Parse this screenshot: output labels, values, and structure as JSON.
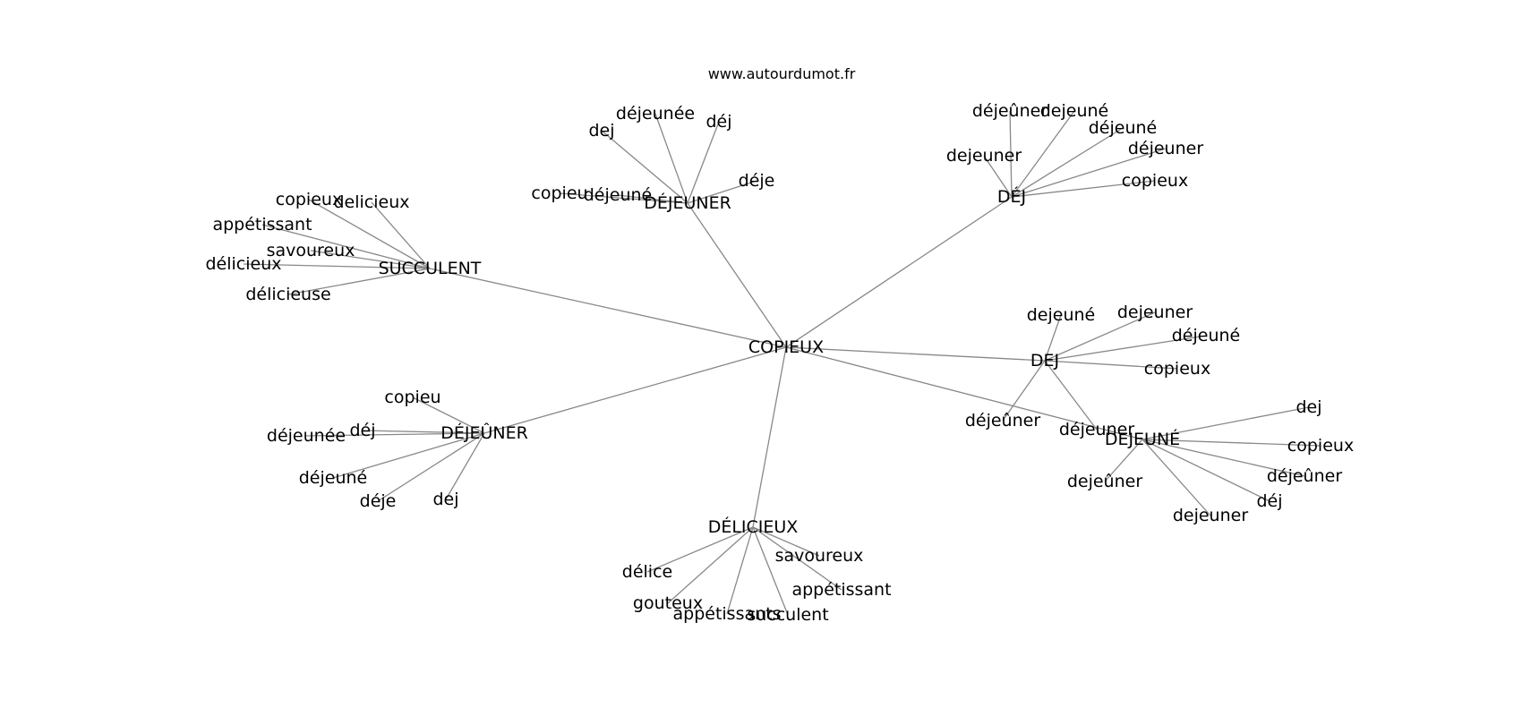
{
  "source": "www.autourdumot.fr",
  "graph": {
    "root": "COPIEUX",
    "hubs": [
      {
        "id": "DÉJEUNER",
        "children": [
          "dej",
          "déjeunée",
          "déj",
          "déje",
          "copieu",
          "déjeuné"
        ]
      },
      {
        "id": "DÉJ",
        "children": [
          "déjeûner",
          "dejeuné",
          "déjeuné",
          "dejeuner",
          "déjeuner",
          "copieux"
        ]
      },
      {
        "id": "SUCCULENT",
        "children": [
          "copieux",
          "delicieux",
          "appétissant",
          "savoureux",
          "délicieux",
          "délicieuse"
        ]
      },
      {
        "id": "DEJ",
        "children": [
          "dejeuné",
          "dejeuner",
          "déjeuné",
          "copieux",
          "déjeûner",
          "déjeuner"
        ]
      },
      {
        "id": "DÉJEÛNER",
        "children": [
          "copieu",
          "déj",
          "déjeunée",
          "déjeuné",
          "déje",
          "dej"
        ]
      },
      {
        "id": "DEJEUNÉ",
        "children": [
          "dej",
          "copieux",
          "déjeûner",
          "déj",
          "dejeûner",
          "dejeuner"
        ]
      },
      {
        "id": "DÉLICIEUX",
        "children": [
          "délice",
          "savoureux",
          "appétissant",
          "gouteux",
          "appétissants",
          "succulent"
        ]
      }
    ]
  }
}
